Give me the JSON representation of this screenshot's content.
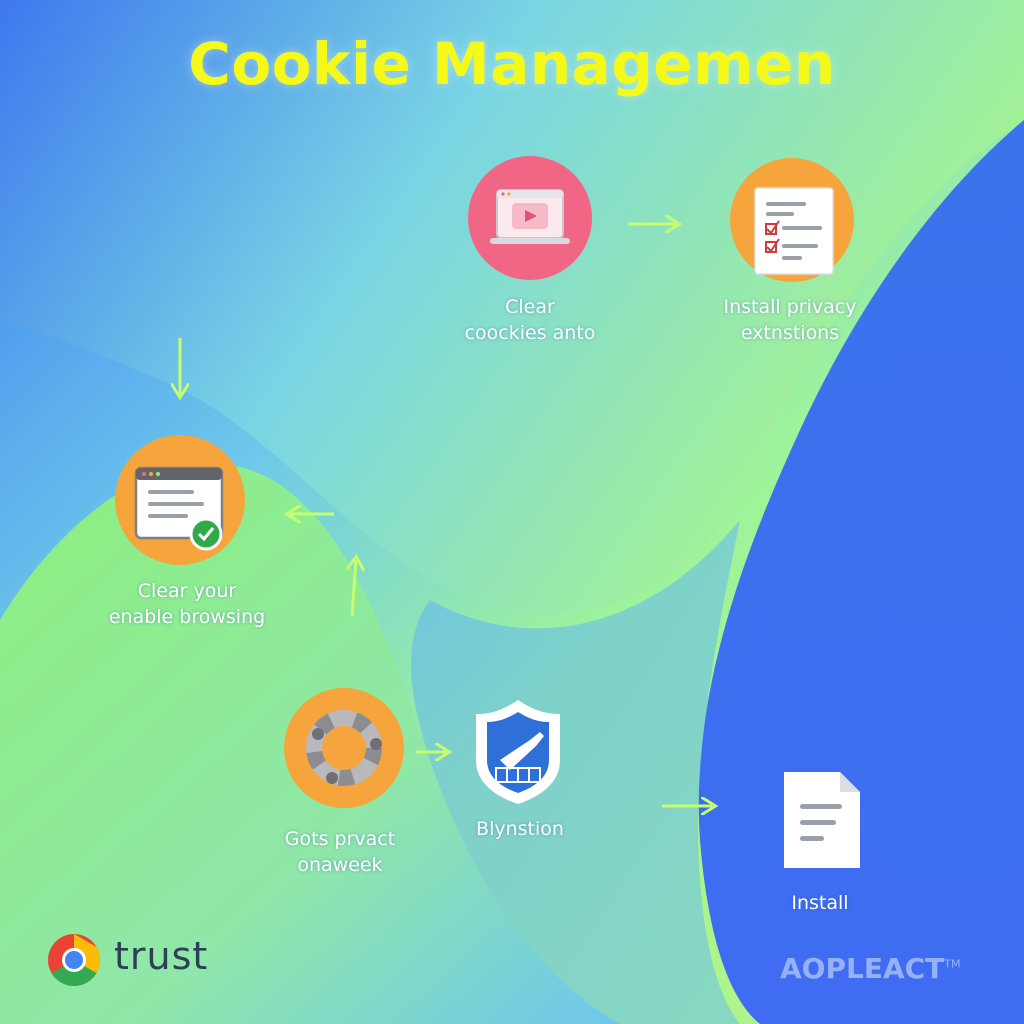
{
  "title": "Cookie Managemen",
  "colors": {
    "title": "#f4f91a",
    "arrow": "#c6ff6e",
    "circle_pink": "#f16585",
    "circle_orange": "#f6a53c",
    "shield_blue": "#2e6fd8",
    "check_green": "#2faa4b"
  },
  "steps": [
    {
      "id": "clear-cookies",
      "icon": "laptop-play-icon",
      "lines": [
        "Clear",
        "coockies anto"
      ]
    },
    {
      "id": "install-privacy",
      "icon": "checklist-document-icon",
      "lines": [
        "Install privacy",
        "extnstions"
      ]
    },
    {
      "id": "clear-browsing",
      "icon": "browser-window-check-icon",
      "lines": [
        "Clear your",
        "enable browsing"
      ]
    },
    {
      "id": "gots-privacy",
      "icon": "gear-ring-icon",
      "lines": [
        "Gots prvact",
        "onaweek"
      ]
    },
    {
      "id": "blynstion",
      "icon": "shield-icon",
      "lines": [
        "Blynstion"
      ]
    },
    {
      "id": "install",
      "icon": "document-icon",
      "lines": [
        "Install"
      ]
    }
  ],
  "brand": {
    "name": "trust",
    "logo": "chrome-logo"
  },
  "watermark": {
    "text": "AOPLEACT",
    "mark": "TM"
  }
}
